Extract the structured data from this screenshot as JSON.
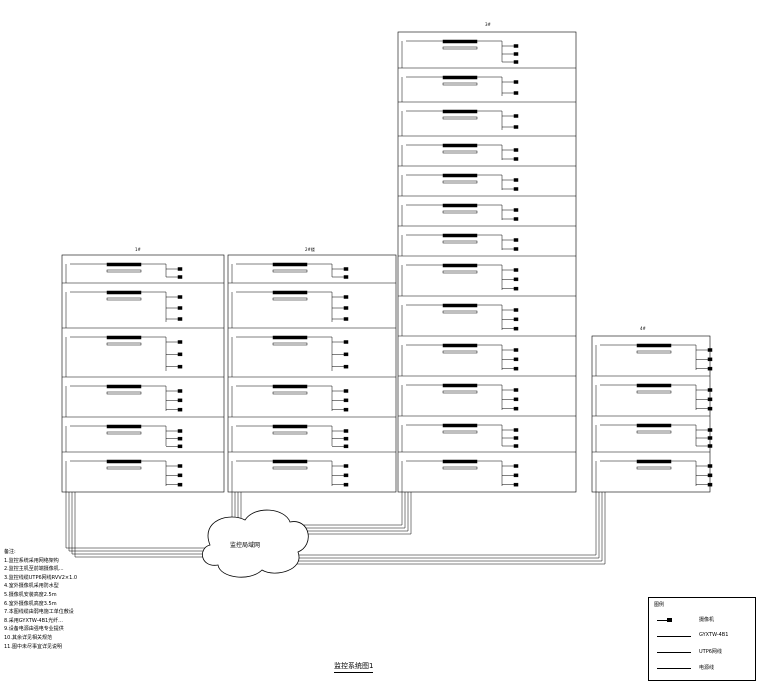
{
  "diagram": {
    "caption": "监控系统图1",
    "network_label": "监控局域网",
    "buildings": [
      {
        "id": "b1",
        "label": "1#"
      },
      {
        "id": "b2",
        "label": "2#楼"
      },
      {
        "id": "b3",
        "label": "3#"
      },
      {
        "id": "b4",
        "label": "4#"
      }
    ],
    "notes_title": "备注:",
    "notes": [
      "1.监控系统采用网络架构",
      "2.监控主机至前端摄像机...",
      "3.监控线缆UTP6网线RVV2×1.0",
      "4.室外摄像机采用防水型",
      "5.摄像机安装高度2.5m",
      "6.室外摄像机高度3.5m",
      "7.本图线缆由弱电施工单位敷设",
      "8.采用GYXTW-4B1光纤...",
      "9.设备电源由强电专业提供",
      "10.其余详见相关规范",
      "11.图中未尽事宜详见说明"
    ],
    "legend": {
      "title": "图例",
      "items": [
        {
          "label": "摄像机"
        },
        {
          "label": "GYXTW-4B1"
        },
        {
          "label": "UTP6网线"
        },
        {
          "label": "电源线"
        }
      ]
    }
  }
}
